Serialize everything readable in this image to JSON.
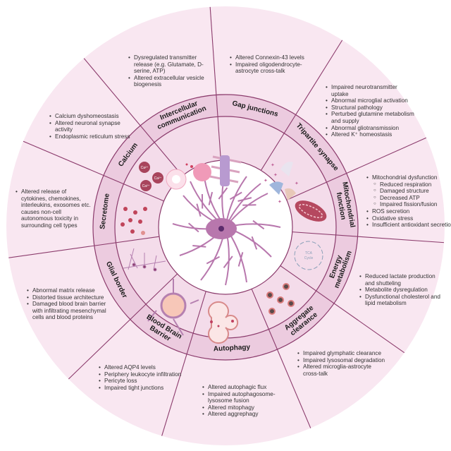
{
  "colors": {
    "outer": "#f9e7f1",
    "label_ring": "#eccbdf",
    "icon_ring": "#f4dcea",
    "line": "#8b3b6c",
    "astrocyte": "#b877ad",
    "nucleus": "#5a2a6b"
  },
  "sectors": {
    "gap": {
      "label": [
        "Gap junctions"
      ],
      "items": [
        "Altered Connexin-43 levels",
        "Impaired oligodendrocyte-astrocyte cross-talk"
      ]
    },
    "tripartite": {
      "label": [
        "Tripartite synapse"
      ],
      "items": [
        "Impaired neurotransmitter uptake",
        "Abnormal microglial activation",
        "Structural pathology",
        "Perturbed glutamine metabolism and supply",
        "Abnormal gliotransmission",
        "Altered K⁺ homeostasis"
      ]
    },
    "mito": {
      "label": [
        "Mitochondrial",
        "function"
      ],
      "items": [
        "Mitochondrial dysfunction",
        "ROS secretion",
        "Oxidative stress",
        "Insufficient antioxidant secretion"
      ],
      "subitems": [
        "Reduced respiration",
        "Damaged structure",
        "Decreased ATP",
        "Impaired fission/fusion"
      ]
    },
    "energy": {
      "label": [
        "Energy",
        "metabolism"
      ],
      "items": [
        "Reduced lactate production and shutteling",
        "Metabolite dysregulation",
        "Dysfunctional cholesterol and lipid metabolism"
      ],
      "icon_text": [
        "TCA",
        "Cycle"
      ]
    },
    "aggregate": {
      "label": [
        "Aggregate",
        "clearance"
      ],
      "items": [
        "Impaired glymphatic clearance",
        "Impaired lysosomal degradation",
        "Altered microglia-astrocyte cross-talk"
      ]
    },
    "autophagy": {
      "label": [
        "Autophagy"
      ],
      "items": [
        "Altered autophagic flux",
        "Impaired autophagosome-lysosome fusion",
        "Altered mitophagy",
        "Altered aggrephagy"
      ]
    },
    "bbb": {
      "label": [
        "Blood Brain",
        "Barrier"
      ],
      "items": [
        "Altered AQP4 levels",
        "Periphery leukocyte infiltration",
        "Pericyte loss",
        "Impaired tight junctions"
      ]
    },
    "glial": {
      "label": [
        "Glial border"
      ],
      "items": [
        "Abnormal matrix release",
        "Distorted tissue architecture",
        "Damaged blood brain barrier with infiltrating mesenchymal cells and blood proteins"
      ]
    },
    "secretome": {
      "label": [
        "Secretome"
      ],
      "items": [
        "Altered release of cytokines, chemokines, interleukins, exosomes etc. causes non-cell autonomous toxicity in surrounding cell types"
      ]
    },
    "calcium": {
      "label": [
        "Calcium"
      ],
      "items": [
        "Calcium dyshomeostasis",
        "Altered neuronal synapse activity",
        "Endoplasmic reticulum stress"
      ],
      "icon_text": "Ca²⁺"
    },
    "intercellular": {
      "label": [
        "Intercellular",
        "communication"
      ],
      "items": [
        "Dysregulated transmitter release (e.g. Glutamate, D-serine, ATP)",
        "Altered extracellular vesicle biogenesis"
      ]
    }
  }
}
